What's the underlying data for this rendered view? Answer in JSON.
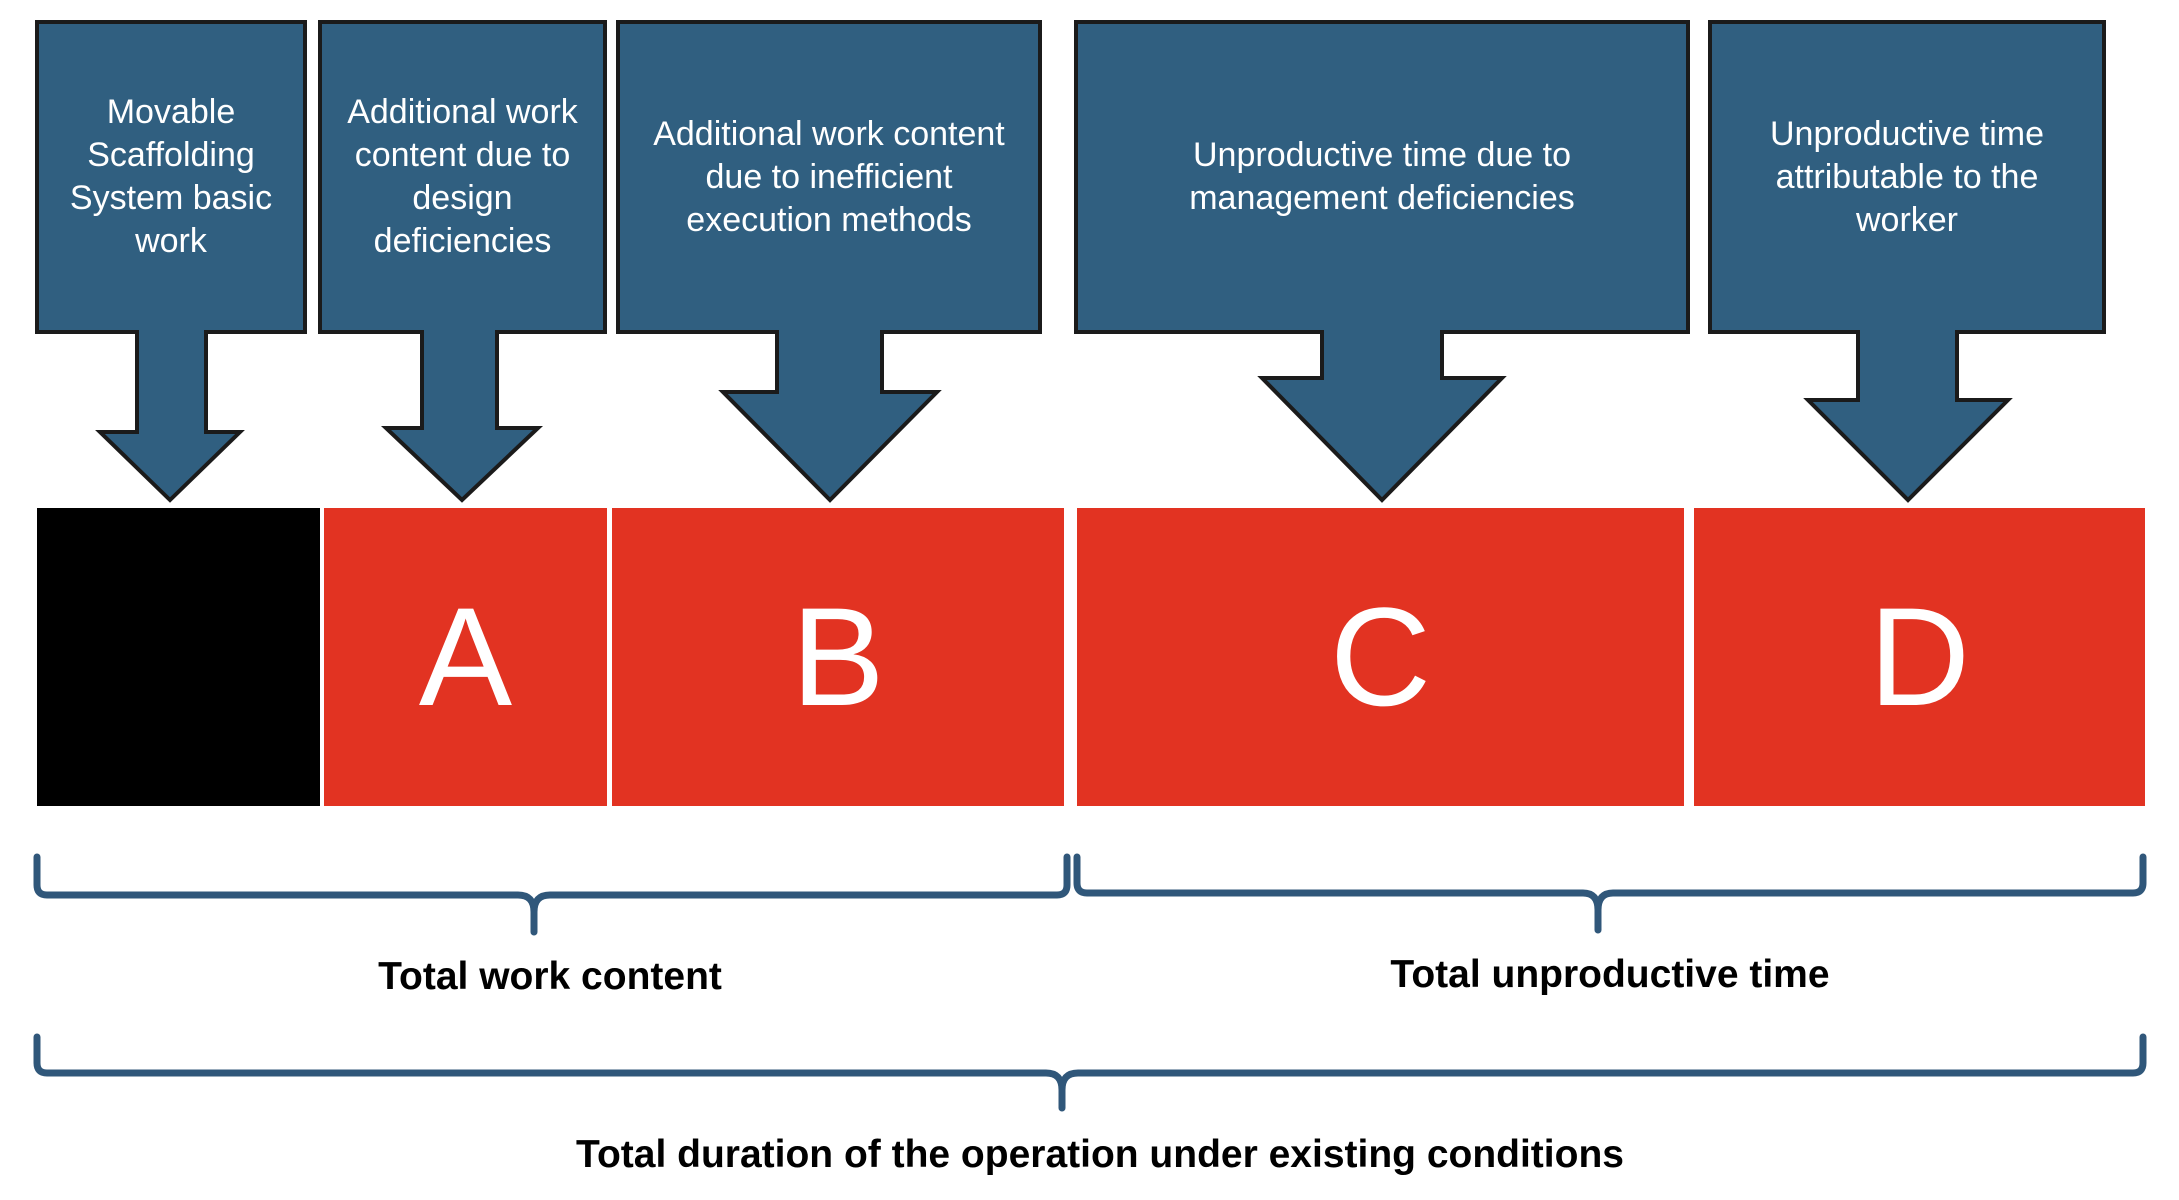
{
  "colors": {
    "callout_fill": "#305f80",
    "callout_stroke": "#1b1b1b",
    "segment_red": "#e23322",
    "segment_black": "#000000",
    "brace": "#30577a"
  },
  "callouts": [
    {
      "text": "Movable Scaffolding System basic work"
    },
    {
      "text": "Additional work content due to design deficiencies"
    },
    {
      "text": "Additional work content due to inefficient execution methods"
    },
    {
      "text": "Unproductive time due to management deficiencies"
    },
    {
      "text": "Unproductive time attributable to the worker"
    }
  ],
  "segments": [
    {
      "label": ""
    },
    {
      "label": "A"
    },
    {
      "label": "B"
    },
    {
      "label": "C"
    },
    {
      "label": "D"
    }
  ],
  "braces": {
    "work": {
      "label": "Total work content"
    },
    "unproductive": {
      "label": "Total unproductive time"
    },
    "total": {
      "label": "Total duration of the operation under existing conditions"
    }
  }
}
